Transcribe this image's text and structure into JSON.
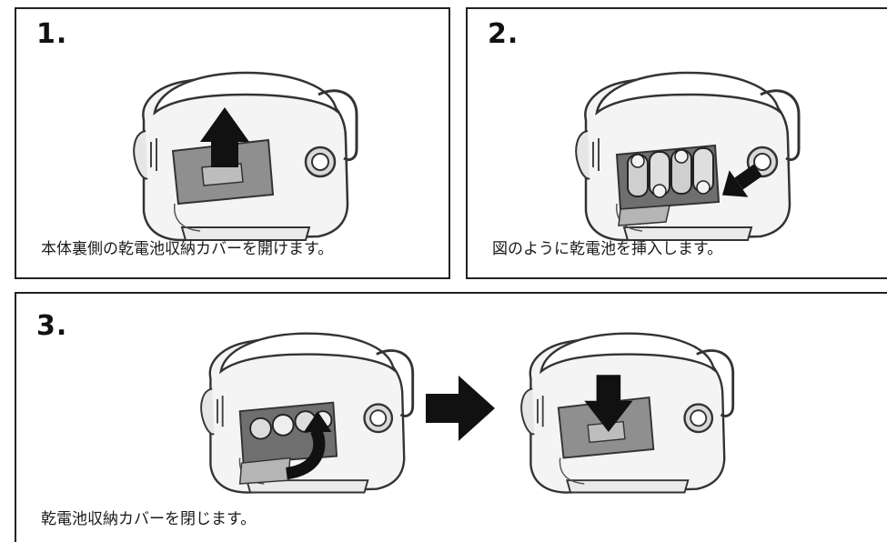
{
  "steps": [
    {
      "number": "1.",
      "caption": "本体裏側の乾電池収納カバーを開けます。"
    },
    {
      "number": "2.",
      "caption": "図のように乾電池を挿入します。"
    },
    {
      "number": "3.",
      "caption": "乾電池収納カバーを閉じます。"
    }
  ],
  "colors": {
    "border": "#222222",
    "arrow": "#111111",
    "cover": "#8f8f8f",
    "line": "#333333"
  },
  "icons": [
    "arrow-up-icon",
    "arrow-right-icon",
    "arrow-down-icon",
    "battery-icon"
  ]
}
